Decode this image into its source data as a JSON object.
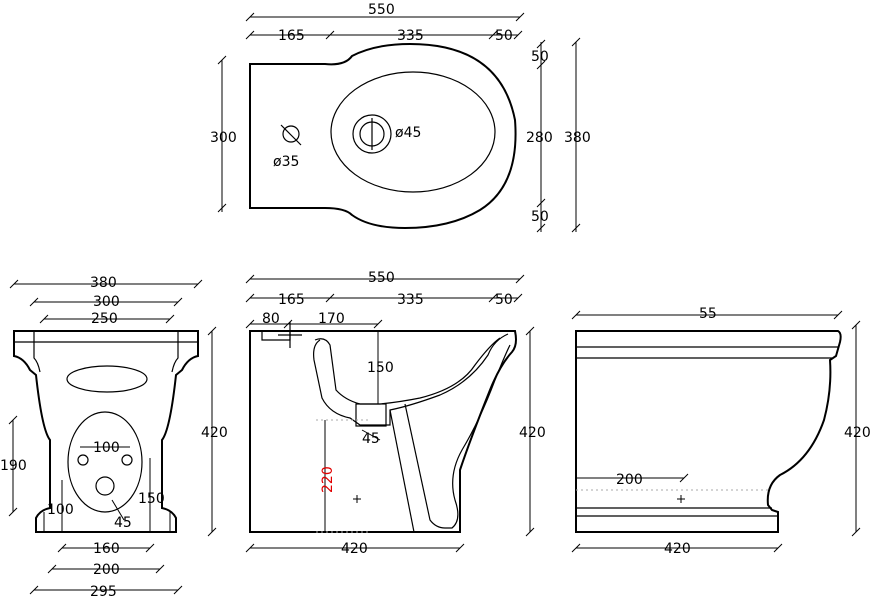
{
  "top_view": {
    "overall_width": "550",
    "seg_left": "165",
    "seg_mid": "335",
    "seg_right": "50",
    "depth_left": "300",
    "hole_small": "ø35",
    "hole_large": "ø45",
    "inner_depth": "280",
    "outer_depth": "380",
    "margin_top": "50",
    "margin_bottom": "50"
  },
  "front_view": {
    "top_width": "380",
    "mid_width": "300",
    "rim_width": "250",
    "height": "420",
    "hole_spacing": "100",
    "hole_height": "190",
    "left_height": "100",
    "right_height": "150",
    "angle": "45",
    "base_160": "160",
    "base_200": "200",
    "base_295": "295"
  },
  "side_section": {
    "overall_width": "550",
    "seg_left": "165",
    "seg_mid": "335",
    "seg_right": "50",
    "dim_80": "80",
    "dim_170": "170",
    "bowl_depth": "150",
    "angle": "45",
    "outlet_height": "220",
    "height": "420",
    "base_width": "420"
  },
  "side_view": {
    "top_width": "55",
    "height": "420",
    "dim_200": "200",
    "base_width": "420"
  },
  "colors": {
    "line": "#000000",
    "highlight": "#e00000"
  }
}
